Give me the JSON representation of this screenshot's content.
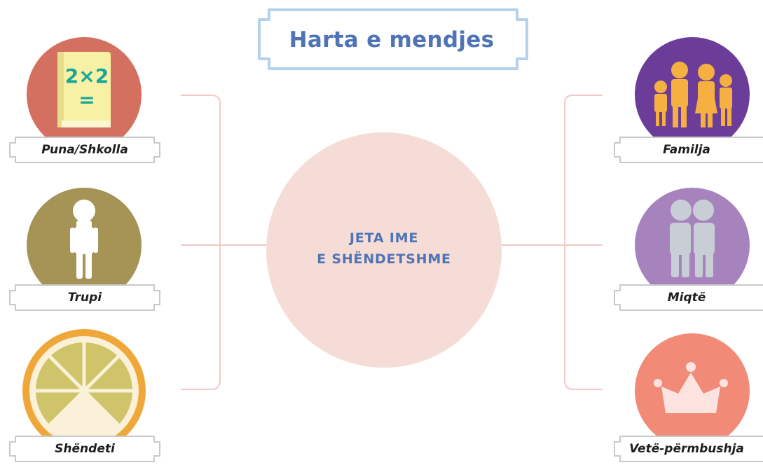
{
  "title": "Harta e mendjes",
  "center": {
    "line1": "JETA IME",
    "line2": "E SHËNDETSHME"
  },
  "left_nodes": [
    {
      "label": "Puna/Shkolla",
      "icon": "book-icon",
      "book_line1": "2×2",
      "book_line2": "="
    },
    {
      "label": "Trupi",
      "icon": "person-icon"
    },
    {
      "label": "Shëndeti",
      "icon": "lemon-slice-icon"
    }
  ],
  "right_nodes": [
    {
      "label": "Familja",
      "icon": "family-icon"
    },
    {
      "label": "Miqtë",
      "icon": "friends-icon"
    },
    {
      "label": "Vetë-përmbushja",
      "icon": "crown-icon"
    }
  ],
  "colors": {
    "title": "#4f74b5",
    "connector": "#f2c9c5",
    "center_fill": "#f5dcd7",
    "work_circle": "#d47060",
    "body_circle": "#a69356",
    "health_circle": "#f0a73a",
    "family_circle": "#6c3d98",
    "friends_circle": "#a783be",
    "fulfillment_circle": "#f28a78"
  }
}
